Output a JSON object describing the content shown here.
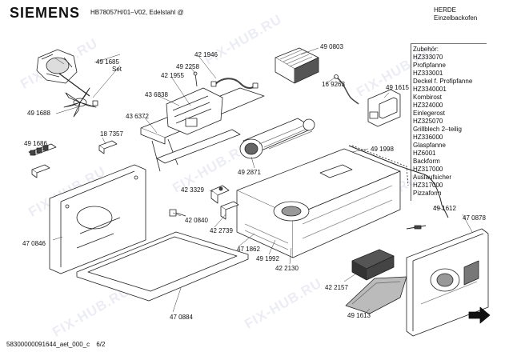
{
  "header": {
    "brand": "SIEMENS",
    "model": "HB78057H/01–V02, Edelstahl @",
    "category_line1": "HERDE",
    "category_line2": "Einzelbackofen"
  },
  "accessories": [
    "Zubehör:",
    "HZ333070",
    "Profipfanne",
    "HZ333001",
    "Deckel f. Profipfanne",
    "HZ3340001",
    "Kombirost",
    "HZ324000",
    "Einlegerost",
    "HZ325070",
    "Grillblech 2–teilig",
    "HZ336000",
    "Glaspfanne",
    "HZ6001",
    "Backform",
    "HZ317000",
    "Auslaufsicher",
    "HZ317000",
    "Pizzaform"
  ],
  "part_labels": {
    "p491685": "49 1685",
    "set": "Set",
    "p491688": "49 1688",
    "p421946": "42 1946",
    "p492258": "49 2258",
    "p421955": "42 1955",
    "p436838": "43 6838",
    "p436372": "43 6372",
    "p490803": "49 0803",
    "p169263": "16 9263",
    "p491615": "49 1615",
    "p187357": "18 7357",
    "p491686": "49 1686",
    "p491998": "49 1998",
    "p492871": "49 2871",
    "p423329": "42 3329",
    "p420840": "42 0840",
    "p422739": "42 2739",
    "p471862": "47 1862",
    "p491992": "49 1992",
    "p422130": "42 2130",
    "p470846": "47 0846",
    "p470884": "47 0884",
    "p422157": "42 2157",
    "p491613": "49 1613",
    "p491612": "49 1612",
    "p470878": "47 0878"
  },
  "footer": {
    "code": "58300000091644_aet_000_c",
    "page": "6/2"
  },
  "watermark": "FIX-HUB.RU",
  "colors": {
    "line": "#222222",
    "part_fill": "#ffffff",
    "dark": "#444444"
  }
}
